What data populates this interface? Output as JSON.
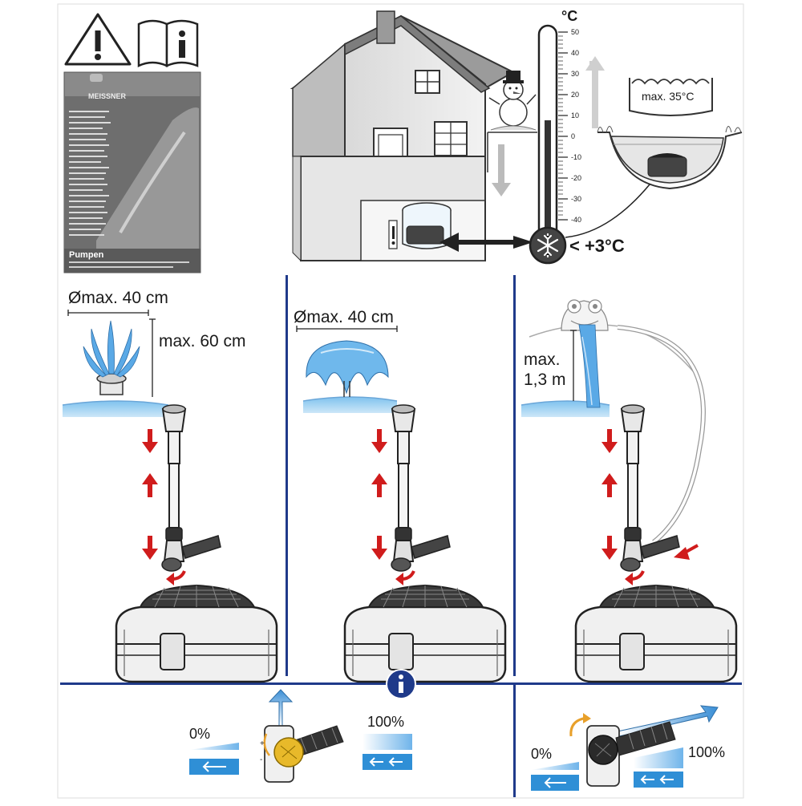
{
  "top": {
    "manual": {
      "brand": "MEISSNER",
      "title": "Pumpen"
    },
    "thermometer": {
      "unit": "°C",
      "ticks": [
        "50",
        "40",
        "30",
        "20",
        "10",
        "0",
        "-10",
        "-20",
        "-30",
        "-40"
      ],
      "frost_label": "< +3°C"
    },
    "pond_max_temp": "max. 35°C"
  },
  "panels": [
    {
      "diameter": "Ømax. 40 cm",
      "height": "max. 60 cm"
    },
    {
      "diameter": "Ømax. 40 cm"
    },
    {
      "height_line1": "max.",
      "height_line2": "1,3 m"
    }
  ],
  "flow": {
    "left": {
      "min_label": "0%",
      "max_label": "100%"
    },
    "right": {
      "min_label": "0%",
      "max_label": "100%"
    }
  },
  "colors": {
    "divider": "#1f3a8a",
    "arrow_red": "#d01c1c",
    "water_blue": "#5aa9e6",
    "info_badge": "#1f3a8a"
  }
}
